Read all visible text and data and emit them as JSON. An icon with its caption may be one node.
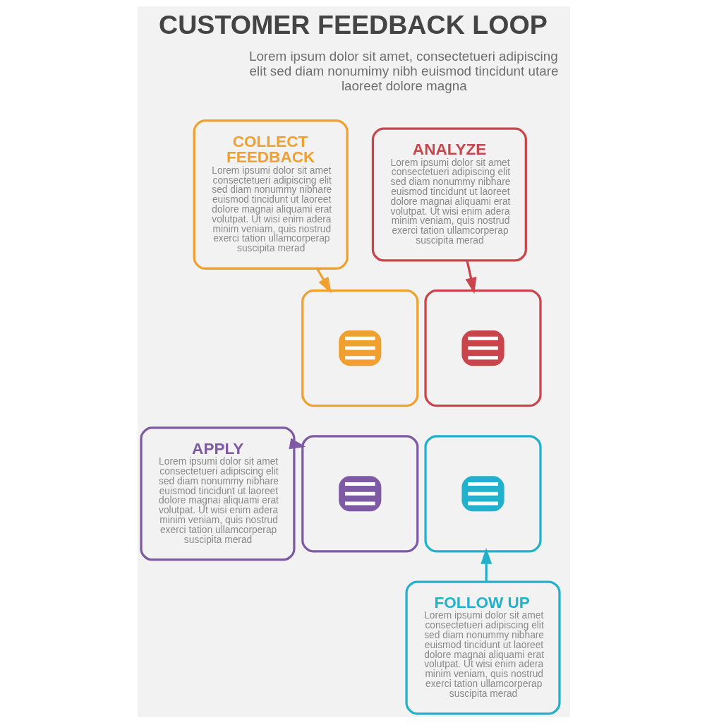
{
  "diagram": {
    "title": "CUSTOMER FEEDBACK LOOP",
    "nodes": [
      {
        "text": [
          "COLLECT FEEDBACK",
          "Lorem ipsumi dolor sit amet consectetueri adipiscing elit sed diam nonummy nibhare euismod tincidunt ut laoreet dolore magnai aliquami erat volutpat. Ut wisi enim adera minim veniam, quis nostrud exerci tation ullamcorperap suscipita merad"
        ]
      },
      {
        "text": [
          "ANALYZE",
          "Lorem ipsumi dolor sit amet consectetueri adipiscing elit sed diam nonummy nibhare euismod tincidunt ut laoreet dolore magnai aliquami erat volutpat. Ut wisi enim adera minim veniam, quis nostrud exerci tation ullamcorperap suscipita merad"
        ]
      },
      {
        "text": [],
        "shape": "picture"
      },
      {
        "text": [],
        "shape": "picture"
      },
      {
        "text": [],
        "shape": "picture"
      },
      {
        "text": [],
        "shape": "picture"
      },
      {
        "text": [
          "APPLY",
          "Lorem ipsumi dolor sit amet consectetueri adipiscing elit sed diam nonummy nibhare euismod tincidunt ut laoreet dolore magnai aliquami erat volutpat. Ut wisi enim adera minim veniam, quis nostrud exerci tation ullamcorperap suscipita merad"
        ]
      },
      {
        "text": [
          "FOLLOW UP",
          "Lorem ipsumi dolor sit amet consectetueri adipiscing elit sed diam nonummy nibhare euismod tincidunt ut laoreet dolore magnai aliquami erat volutpat. Ut wisi enim adera minim veniam, quis nostrud exerci tation ullamcorperap suscipita merad"
        ]
      }
    ],
    "edges": [
      {
        "from": 0,
        "to": 2,
        "arrow": "to",
        "color": "#f0a02e"
      },
      {
        "from": 1,
        "to": 3,
        "arrow": "to",
        "color": "#c9454b"
      },
      {
        "from": 6,
        "to": 4,
        "arrow": "to",
        "color": "#7d5aa3"
      },
      {
        "from": 7,
        "to": 5,
        "arrow": "to",
        "color": "#22b1cc"
      }
    ],
    "labels": [
      "Lorem ipsum dolor sit amet, consectetueri adipiscing elit sed diam nonumimy nibh euismod tincidunt utare laoreet dolore magna"
    ]
  }
}
